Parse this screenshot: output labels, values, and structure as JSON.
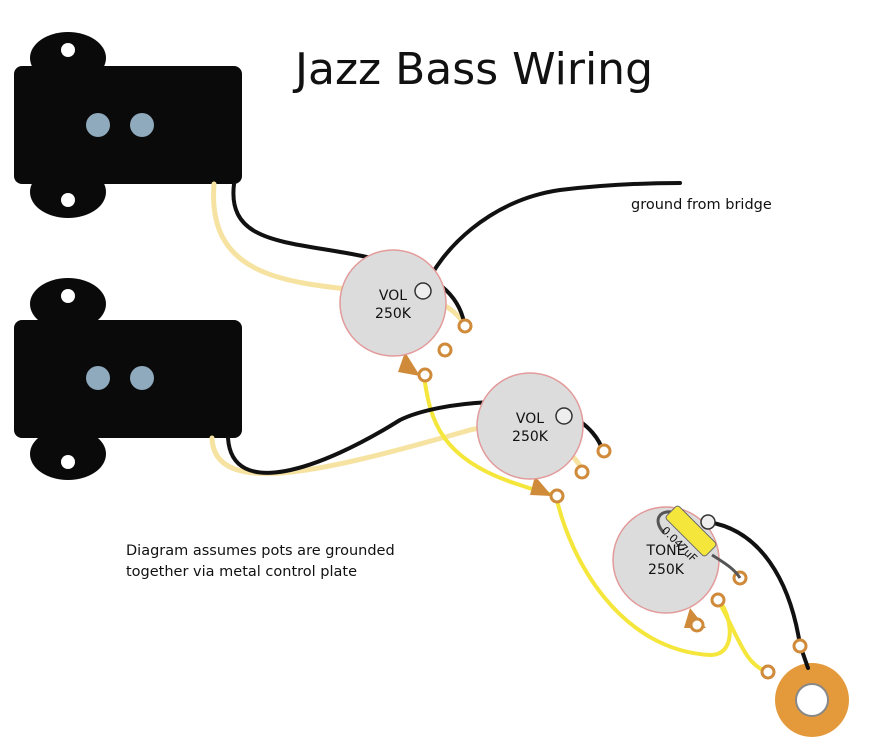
{
  "diagram": {
    "title": "Jazz Bass Wiring",
    "note_ground": "ground from bridge",
    "note_plate_line1": "Diagram assumes pots are grounded",
    "note_plate_line2": "together via metal control plate",
    "pots": [
      {
        "id": "vol-1",
        "name": "VOL",
        "value": "250K"
      },
      {
        "id": "vol-2",
        "name": "VOL",
        "value": "250K"
      },
      {
        "id": "tone",
        "name": "TONE",
        "value": "250K"
      }
    ],
    "capacitor_label": "0.047uF",
    "colors": {
      "pickup": "#0a0a0a",
      "pole": "#8fa9bd",
      "pot_body": "#dcdcdc",
      "pot_rim": "#e39a9a",
      "wire_black": "#111111",
      "wire_cream": "#f6e3a2",
      "wire_yellow": "#f5e63c",
      "lug": "#cf8a3a",
      "jack": "#e49a3a",
      "capacitor": "#f5e63c"
    }
  }
}
